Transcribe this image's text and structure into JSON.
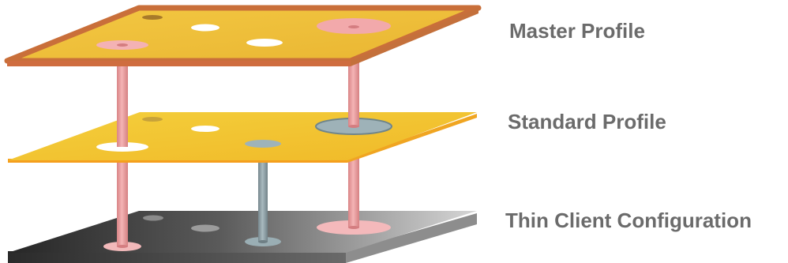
{
  "layers": {
    "master": {
      "label": "Master Profile",
      "colors": {
        "top": "#efc03a",
        "edge": "#cf6d3f",
        "rim": "#c4703b"
      }
    },
    "standard": {
      "label": "Standard Profile",
      "colors": {
        "top": "#f3c530",
        "edge": "#f59f1d"
      }
    },
    "thin_client": {
      "label": "Thin Client Configuration",
      "colors": {
        "top_left": "#2e2e2e",
        "top_right": "#d2d2d2",
        "edge": "#3b3b3b"
      }
    }
  },
  "connectors": {
    "profile_post_color": "#e99a9c",
    "config_post_color": "#8fa3aa"
  }
}
